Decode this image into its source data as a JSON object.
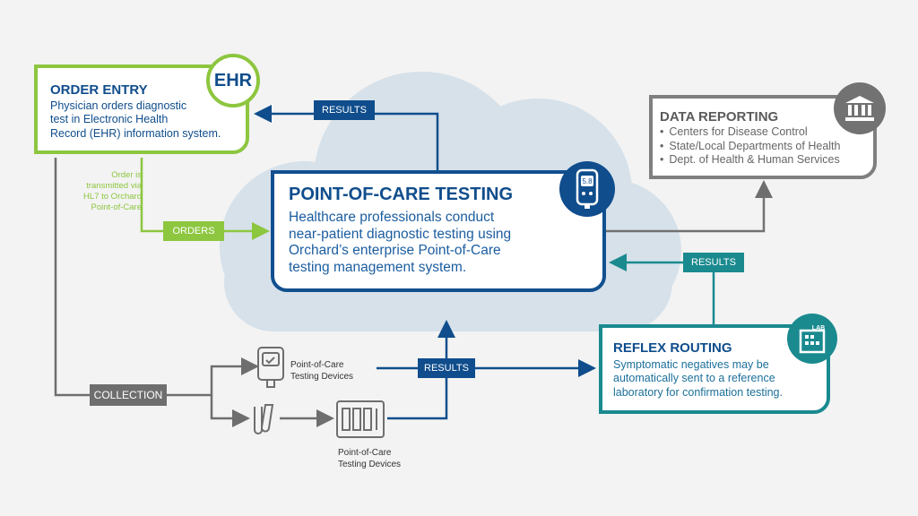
{
  "order_entry": {
    "title": "ORDER ENTRY",
    "body": "Physician orders diagnostic\ntest in Electronic Health\nRecord (EHR) information system.",
    "badge": "EHR"
  },
  "transmit_note": "Order is\ntransmitted via\nHL7 to Orchard\nPoint-of-Care",
  "poc": {
    "title": "POINT-OF-CARE TESTING",
    "body": "Healthcare professionals conduct\nnear-patient diagnostic testing using\nOrchard’s enterprise Point-of-Care\ntesting management system.",
    "meter_reading": "5.8"
  },
  "data_reporting": {
    "title": "DATA REPORTING",
    "items": [
      "Centers for Disease Control",
      "State/Local Departments of Health",
      "Dept. of Health & Human Services"
    ]
  },
  "reflex": {
    "title": "REFLEX ROUTING",
    "body": "Symptomatic negatives may be\nautomatically sent to a reference\nlaboratory for confirmation testing.",
    "badge": "LAB"
  },
  "tags": {
    "results_top": "RESULTS",
    "orders": "ORDERS",
    "results_right": "RESULTS",
    "results_mid": "RESULTS",
    "collection": "COLLECTION"
  },
  "devices": {
    "label_top": "Point-of-Care\nTesting Devices",
    "label_bottom": "Point-of-Care\nTesting Devices"
  },
  "colors": {
    "navy": "#0f4d8c",
    "green": "#8dc63f",
    "teal": "#1a8a8f",
    "gray": "#727272",
    "cloud": "#d6e1ea"
  },
  "icons": [
    "ehr-badge",
    "government-building-icon",
    "glucose-meter-icon",
    "lab-building-icon",
    "handheld-analyzer-icon",
    "test-tubes-icon",
    "analyzer-machine-icon"
  ]
}
